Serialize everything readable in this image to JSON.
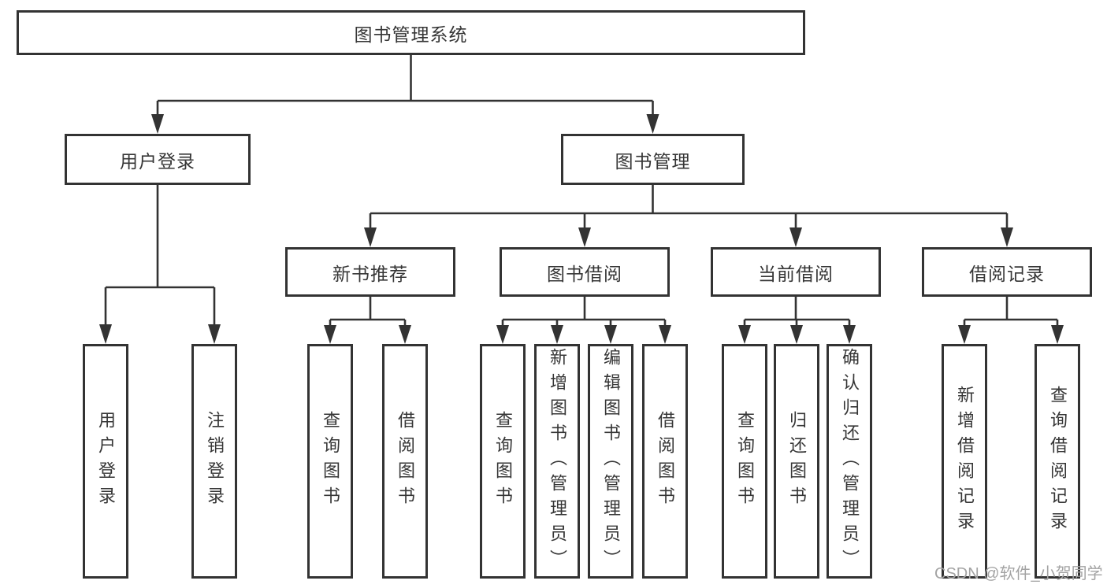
{
  "diagram": {
    "title": "图书管理系统",
    "root": {
      "label": "图书管理系统"
    },
    "branches": [
      {
        "label": "用户登录",
        "children": [
          {
            "label": "用户登录"
          },
          {
            "label": "注销登录"
          }
        ]
      },
      {
        "label": "图书管理",
        "children": [
          {
            "label": "新书推荐",
            "children": [
              {
                "label": "查询图书"
              },
              {
                "label": "借阅图书"
              }
            ]
          },
          {
            "label": "图书借阅",
            "children": [
              {
                "label": "查询图书"
              },
              {
                "label": "新增图书（管理员）"
              },
              {
                "label": "编辑图书（管理员）"
              },
              {
                "label": "借阅图书"
              }
            ]
          },
          {
            "label": "当前借阅",
            "children": [
              {
                "label": "查询图书"
              },
              {
                "label": "归还图书"
              },
              {
                "label": "确认归还（管理员）"
              }
            ]
          },
          {
            "label": "借阅记录",
            "children": [
              {
                "label": "新增借阅记录"
              },
              {
                "label": "查询借阅记录"
              }
            ]
          }
        ]
      }
    ]
  },
  "watermark": {
    "text": "CSDN @软件_小贺同学"
  },
  "colors": {
    "line": "#333333",
    "box_border": "#333333",
    "box_fill": "#ffffff",
    "text": "#363636",
    "watermark": "#a3a3a3",
    "background": "#ffffff"
  }
}
